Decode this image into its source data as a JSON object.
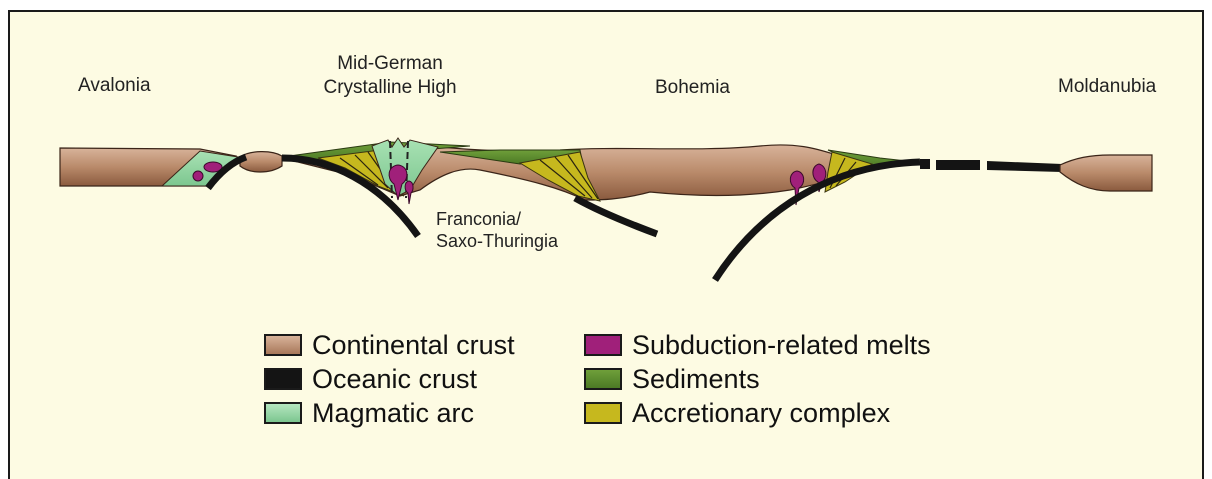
{
  "regions": {
    "avalonia": "Avalonia",
    "mid_german_line1": "Mid-German",
    "mid_german_line2": "Crystalline High",
    "bohemia": "Bohemia",
    "moldanubia": "Moldanubia"
  },
  "annotation": {
    "line1": "Franconia/",
    "line2": "Saxo-Thuringia"
  },
  "legend": [
    {
      "label": "Continental crust",
      "color": "#b07a5a"
    },
    {
      "label": "Oceanic crust",
      "color": "#141414"
    },
    {
      "label": "Magmatic arc",
      "color": "#8fd3a0"
    },
    {
      "label": "Subduction-related melts",
      "color": "#a0207a"
    },
    {
      "label": "Sediments",
      "color": "#5a8a2e"
    },
    {
      "label": "Accretionary complex",
      "color": "#c6b81e"
    }
  ],
  "colors": {
    "background": "#fdfbe3",
    "continental_crust": "#b07a5a",
    "oceanic_crust": "#141414",
    "magmatic_arc": "#8fd3a0",
    "melts": "#a0207a",
    "sediments": "#5a8a2e",
    "accretionary_complex": "#c6b81e"
  }
}
